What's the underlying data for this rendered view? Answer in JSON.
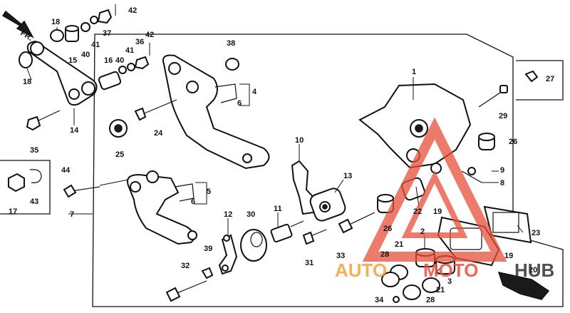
{
  "diagram": {
    "arrow_label": "FR.",
    "labels": {
      "p1": "1",
      "p2": "2",
      "p3": "3",
      "p4": "4",
      "p5": "5",
      "p6a": "6",
      "p6b": "6",
      "p7": "7",
      "p8": "8",
      "p9": "9",
      "p10": "10",
      "p11": "11",
      "p12": "12",
      "p13": "13",
      "p14": "14",
      "p15": "15",
      "p16": "16",
      "p17": "17",
      "p18a": "18",
      "p18b": "18",
      "p19a": "19",
      "p19b": "19",
      "p20": "20",
      "p21a": "21",
      "p21b": "21",
      "p22": "22",
      "p23": "23",
      "p24": "24",
      "p25": "25",
      "p26a": "26",
      "p26b": "26",
      "p27": "27",
      "p28a": "28",
      "p28b": "28",
      "p29": "29",
      "p30": "30",
      "p31": "31",
      "p32": "32",
      "p33": "33",
      "p34": "34",
      "p35": "35",
      "p36": "36",
      "p37": "37",
      "p38": "38",
      "p39": "39",
      "p40a": "40",
      "p40b": "40",
      "p41a": "41",
      "p41b": "41",
      "p42a": "42",
      "p42b": "42",
      "p43": "43",
      "p44": "44"
    }
  },
  "watermark": {
    "brand_auto": "AUTO",
    "brand_moto": "MOTO",
    "brand_hub": "HUB",
    "color_orange": "#f2a33a",
    "color_red": "#e8503a"
  }
}
